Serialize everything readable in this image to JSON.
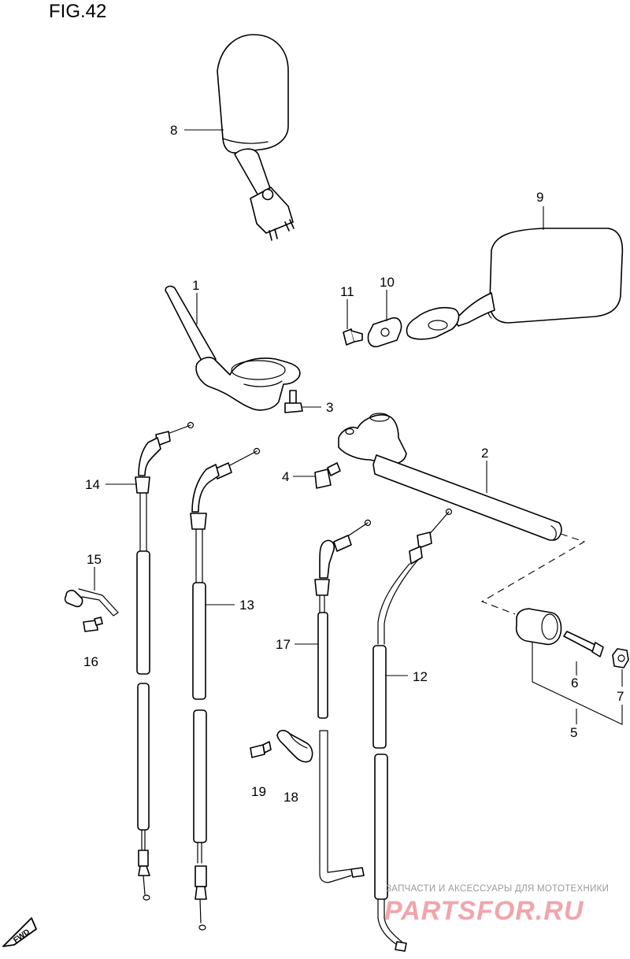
{
  "figure_title": "FIG.42",
  "callouts": {
    "c1": "1",
    "c2": "2",
    "c3": "3",
    "c4": "4",
    "c5": "5",
    "c6": "6",
    "c7": "7",
    "c8": "8",
    "c9": "9",
    "c10": "10",
    "c11": "11",
    "c12": "12",
    "c13": "13",
    "c14": "14",
    "c15": "15",
    "c16": "16",
    "c17": "17",
    "c18": "18",
    "c19": "19"
  },
  "fwd_label": "FWD",
  "watermark": {
    "tagline": "ЗАПЧАСТИ И АКСЕССУАРЫ ДЛЯ МОТОТЕХНИКИ",
    "logo": "PARTSFOR.RU"
  }
}
